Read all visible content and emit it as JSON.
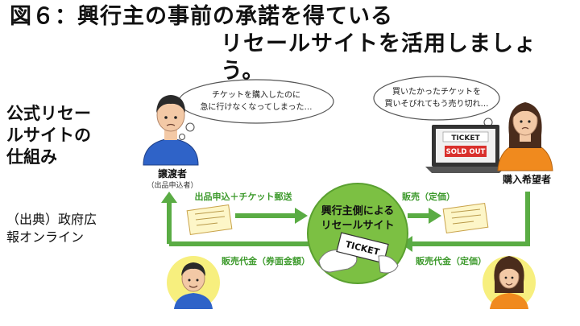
{
  "title": {
    "line1": "図６：興行主の事前の承諾を得ている",
    "line2": "リセールサイトを活用しましょう。"
  },
  "side": {
    "caption": "公式リセールサイトの仕組み",
    "caption_lines": [
      "公式リセー",
      "ルサイトの",
      "仕組み"
    ],
    "source": "（出典）政府広報オンライン",
    "source_lines": [
      "（出典）政府広",
      "報オンライン"
    ]
  },
  "diagram": {
    "seller_thought_lines": [
      "チケットを購入したのに",
      "急に行けなくなってしまった…"
    ],
    "buyer_thought_lines": [
      "買いたかったチケットを",
      "買いそびれてもう売り切れ…"
    ],
    "seller_label": "譲渡者",
    "seller_sublabel": "（出品申込者）",
    "buyer_label": "購入希望者",
    "center_lines": [
      "興行主側による",
      "リセールサイト"
    ],
    "ticket_text": "TICKET",
    "laptop_ticket": "TICKET",
    "laptop_soldout": "SOLD OUT",
    "flow_submit": "出品申込＋チケット郵送",
    "flow_sale": "販売（定価）",
    "flow_payout": "販売代金（券面金額）",
    "flow_payment": "販売代金（定価）"
  },
  "colors": {
    "flow_green": "#5aac44",
    "label_green": "#3d9a2c",
    "center_circle": "#7cc043",
    "face_bg": "#f7ef7e",
    "seller_shirt": "#2f63c8",
    "buyer_shirt": "#f08a1e",
    "soldout_red": "#d9302c"
  }
}
